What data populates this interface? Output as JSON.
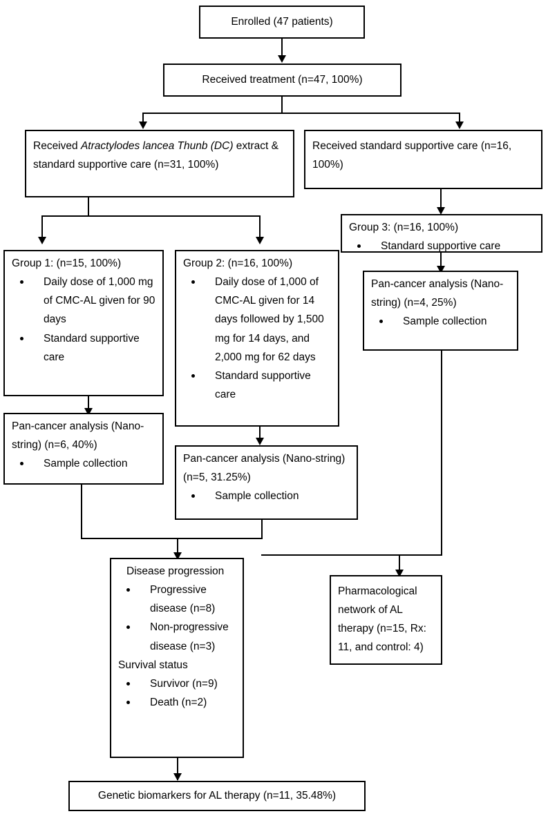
{
  "diagram": {
    "title": "CONSORT-style patient flow diagram for Atractylodes lancea (AL) therapy trial",
    "nodes": {
      "enrolled": {
        "label": "Enrolled (47 patients)"
      },
      "received_treatment": {
        "label": "Received treatment (n=47, 100%)"
      },
      "al_arm": {
        "label_pre": "Received ",
        "label_italic": "Atractylodes lancea Thunb (DC)",
        "label_post": " extract & standard supportive care (n=31, 100%)"
      },
      "ssc_arm": {
        "label": "Received standard supportive care (n=16, 100%)"
      },
      "group1": {
        "label": "Group 1: (n=15, 100%)",
        "bullets": [
          "Daily dose of 1,000 mg of CMC-AL given for 90 days",
          "Standard supportive care"
        ]
      },
      "group2": {
        "label": "Group 2: (n=16, 100%)",
        "bullets": [
          "Daily dose of 1,000 of CMC-AL given for 14 days followed by 1,500 mg for 14 days, and 2,000 mg for 62 days",
          "Standard supportive care"
        ]
      },
      "group3": {
        "label": "Group 3: (n=16, 100%)",
        "bullets": [
          "Standard supportive care"
        ]
      },
      "pancancer_g1": {
        "label": "Pan-cancer analysis (Nano-string) (n=6, 40%)",
        "bullets": [
          "Sample collection"
        ]
      },
      "pancancer_g2": {
        "label": "Pan-cancer analysis (Nano-string) (n=5, 31.25%)",
        "bullets": [
          "Sample collection"
        ]
      },
      "pancancer_g3": {
        "label": "Pan-cancer analysis (Nano-string) (n=4, 25%)",
        "bullets": [
          "Sample collection"
        ]
      },
      "outcomes": {
        "heading1": "Disease progression",
        "bullets1": [
          "Progressive disease (n=8)",
          "Non-progressive disease (n=3)"
        ],
        "heading2": "Survival status",
        "bullets2": [
          "Survivor (n=9)",
          "Death (n=2)"
        ]
      },
      "pharmacological": {
        "label": "Pharmacological network of AL therapy (n=15, Rx: 11, and control: 4)"
      },
      "biomarkers": {
        "label": "Genetic biomarkers for AL therapy (n=11, 35.48%)"
      }
    },
    "colors": {
      "stroke": "#000000",
      "fill": "#ffffff",
      "text": "#000000"
    }
  }
}
